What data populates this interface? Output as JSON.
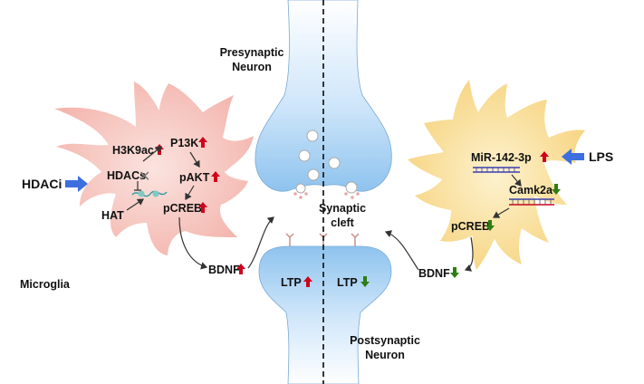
{
  "labels": {
    "presynaptic_1": "Presynaptic",
    "presynaptic_2": "Neuron",
    "postsynaptic_1": "Postsynaptic",
    "postsynaptic_2": "Neuron",
    "cleft_1": "Synaptic",
    "cleft_2": "cleft",
    "microglia": "Microglia",
    "hdaci": "HDACi",
    "lps": "LPS",
    "ltp_left": "LTP",
    "ltp_right": "LTP"
  },
  "left_cell": {
    "h3k9ac": "H3K9ac",
    "p13k": "P13K",
    "hdacs": "HDACs",
    "pakt": "pAKT",
    "hat": "HAT",
    "pcreb": "pCREB",
    "bdnf": "BDNF"
  },
  "right_cell": {
    "mir": "MiR-142-3p",
    "camk2a": "Camk2a",
    "pcreb": "pCREB",
    "bdnf": "BDNF"
  },
  "colors": {
    "up_arrow": "#d0021b",
    "down_arrow": "#2e7d12",
    "stimulus_arrow": "#3d6fe0",
    "left_microglia": "#f6c3bd",
    "right_microglia": "#f9de91",
    "neuron_blue": "#9ccaf0"
  },
  "icons": [
    "red-up-arrow-icon",
    "green-down-arrow-icon",
    "blue-right-arrow-icon",
    "blue-left-arrow-icon",
    "x-mark-icon",
    "inhibit-icon",
    "mirna-duplex-icon",
    "mrna-strand-icon"
  ]
}
